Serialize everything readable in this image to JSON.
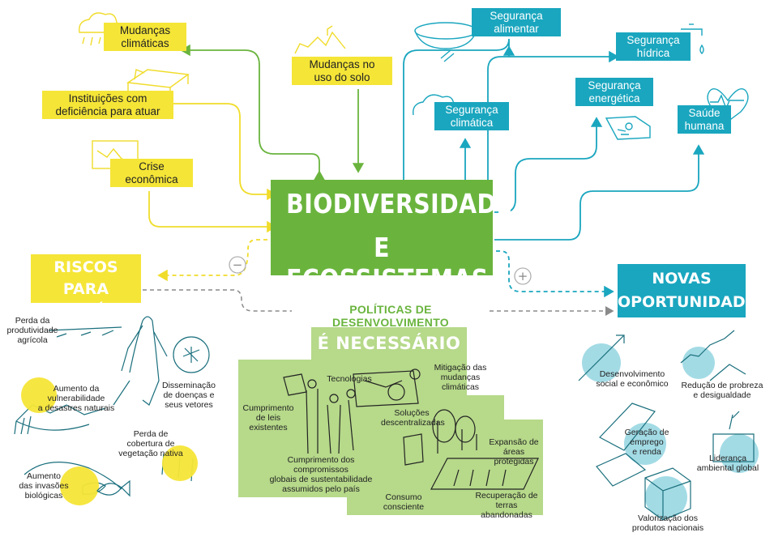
{
  "center": {
    "line1": "BIODIVERSIDADE",
    "line2": "E ECOSSISTEMAS"
  },
  "drivers": {
    "mudancas_climaticas": "Mudanças\nclimáticas",
    "instituicoes": "Instituições com\ndeficiência para atuar",
    "crise_economica": "Crise\neconômica",
    "uso_do_solo": "Mudanças no\nuso do solo"
  },
  "securities": {
    "alimentar": "Segurança\nalimentar",
    "hidrica": "Segurança\nhídrica",
    "climatica": "Segurança\nclimática",
    "energetica": "Segurança\nenergética",
    "saude": "Saúde\nhumana"
  },
  "riscos": {
    "title": "RISCOS PARA\nO PAÍS",
    "items": {
      "produtividade": "Perda da\nprodutividade\nagrícola",
      "vulnerabilidade": "Aumento da\nvulnerabilidade\na desastres naturais",
      "doencas": "Disseminação\nde doenças e\nseus vetores",
      "cobertura": "Perda de\ncobertura de\nvegetação nativa",
      "invasoes": "Aumento\ndas invasões\nbiológicas"
    }
  },
  "oportunidades": {
    "title": "NOVAS\nOPORTUNIDADES",
    "items": {
      "desenvolvimento": "Desenvolvimento\nsocial e econômico",
      "pobreza": "Redução de probreza\ne desigualdade",
      "emprego": "Geração de\nemprego\ne renda",
      "lideranca": "Liderança\nambiental global",
      "produtos": "Valorização dos\nprodutos nacionais"
    }
  },
  "politicas": "POLÍTICAS DE DESENVOLVIMENTO",
  "necessario": {
    "title": "É  NECESSÁRIO",
    "items": {
      "tecnologias": "Tecnologias",
      "mitigacao": "Mitigação das\nmudanças climáticas",
      "cumprimento_leis": "Cumprimento\nde leis\nexistentes",
      "solucoes": "Soluções\ndescentralizadas",
      "expansao": "Expansão de\náreas protegidas",
      "compromissos": "Cumprimento dos compromissos\nglobais de sustentabilidade\nassumidos pelo país",
      "consumo": "Consumo\nconsciente",
      "recuperacao": "Recuperação de\nterras abandonadas"
    }
  },
  "signs": {
    "minus": "−",
    "plus": "+"
  },
  "colors": {
    "yellow": "#f5e537",
    "blue": "#1aa6bf",
    "green": "#6ab43e",
    "light_green": "#b6d98a"
  }
}
